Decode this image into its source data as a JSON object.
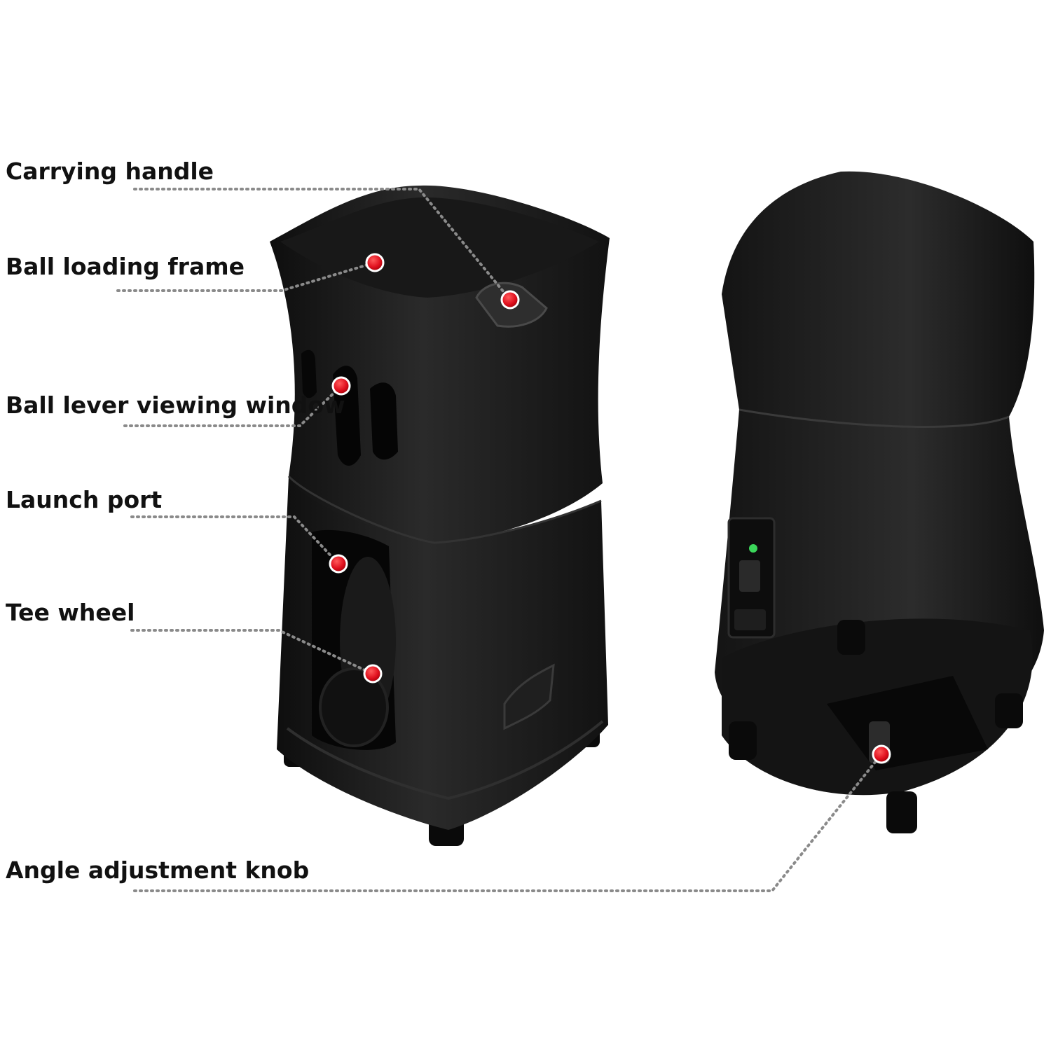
{
  "labels": [
    "Carrying handle",
    "Ball loading frame",
    "Ball lever viewing window",
    "Launch port",
    "Tee wheel",
    "Angle adjustment knob"
  ],
  "colors": {
    "body": "#1c1c1c",
    "body_shadow": "#0b0b0b",
    "highlight": "#3a3a3a",
    "marker": "#e0101e",
    "leader": "#8a8a8a",
    "text": "#111111"
  }
}
